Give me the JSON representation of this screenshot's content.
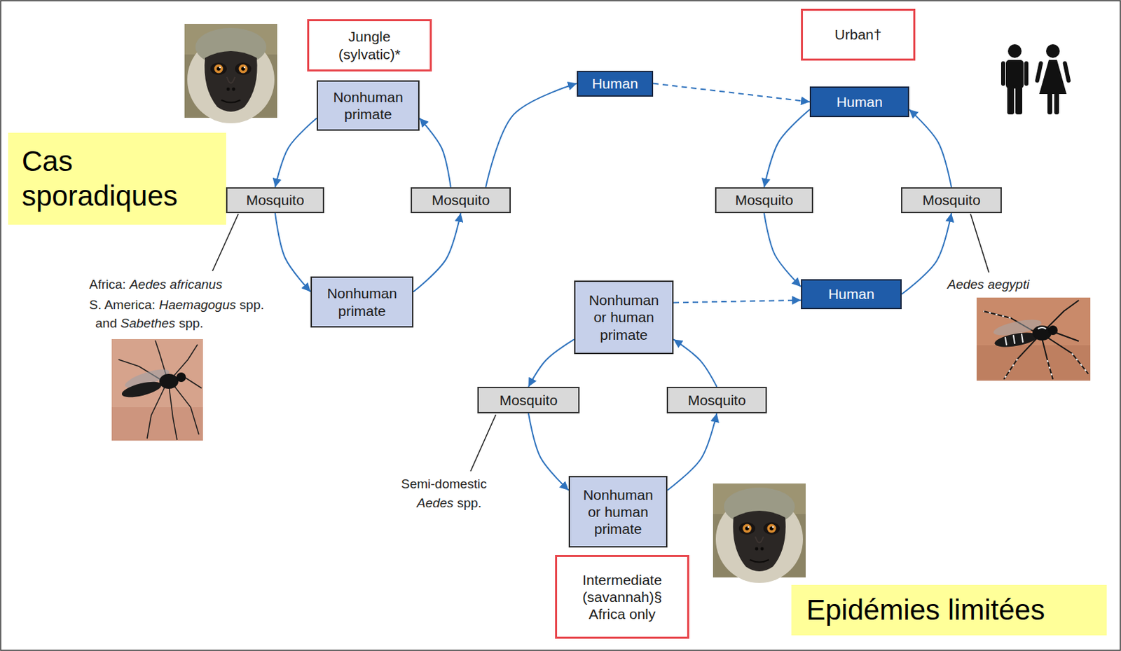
{
  "diagram": {
    "nodes": [
      {
        "text": [
          "Jungle (sylvatic)*"
        ]
      },
      {
        "text": [
          "Urban†"
        ]
      },
      {
        "text": [
          "Nonhuman primate"
        ]
      },
      {
        "text": [
          "Human"
        ]
      },
      {
        "text": [
          "Human"
        ]
      },
      {
        "text": [
          "Cas sporadiques"
        ]
      },
      {
        "text": [
          "Mosquito"
        ]
      },
      {
        "text": [
          "Mosquito"
        ]
      },
      {
        "text": [
          "Mosquito"
        ]
      },
      {
        "text": [
          "Mosquito"
        ]
      },
      {
        "text": [
          "Nonhuman primate"
        ]
      },
      {
        "text": [
          "Nonhuman or human primate"
        ]
      },
      {
        "text": [
          "Human"
        ]
      },
      {
        "text": [
          "Mosquito"
        ]
      },
      {
        "text": [
          "Mosquito"
        ]
      },
      {
        "text": [
          "Nonhuman or human primate"
        ]
      },
      {
        "text": [
          "Intermediate (savannah)§ Africa only"
        ]
      },
      {
        "text": [
          "Epidémies limitées"
        ]
      }
    ],
    "edges": [
      {
        "from": 2,
        "to": 6,
        "arrow": "to"
      },
      {
        "from": 6,
        "to": 10,
        "arrow": "to"
      },
      {
        "from": 10,
        "to": 7,
        "arrow": "to"
      },
      {
        "from": 7,
        "to": 2,
        "arrow": "to"
      },
      {
        "from": 7,
        "to": 3,
        "arrow": "to"
      },
      {
        "from": 3,
        "to": 4,
        "arrow": "to"
      },
      {
        "from": 4,
        "to": 8,
        "arrow": "to"
      },
      {
        "from": 8,
        "to": 12,
        "arrow": "to"
      },
      {
        "from": 12,
        "to": 9,
        "arrow": "to"
      },
      {
        "from": 9,
        "to": 4,
        "arrow": "to"
      },
      {
        "from": 11,
        "to": 13,
        "arrow": "to"
      },
      {
        "from": 13,
        "to": 15,
        "arrow": "to"
      },
      {
        "from": 15,
        "to": 14,
        "arrow": "to"
      },
      {
        "from": 14,
        "to": 11,
        "arrow": "to"
      },
      {
        "from": 11,
        "to": 12,
        "arrow": "to"
      }
    ],
    "labels": [
      "Africa:",
      "Aedes africanus",
      "S. America:",
      "Haemagogus",
      "spp.",
      "and",
      "Sabethes",
      "spp.",
      "Aedes aegypti",
      "Semi-domestic",
      "Aedes",
      "spp."
    ]
  }
}
